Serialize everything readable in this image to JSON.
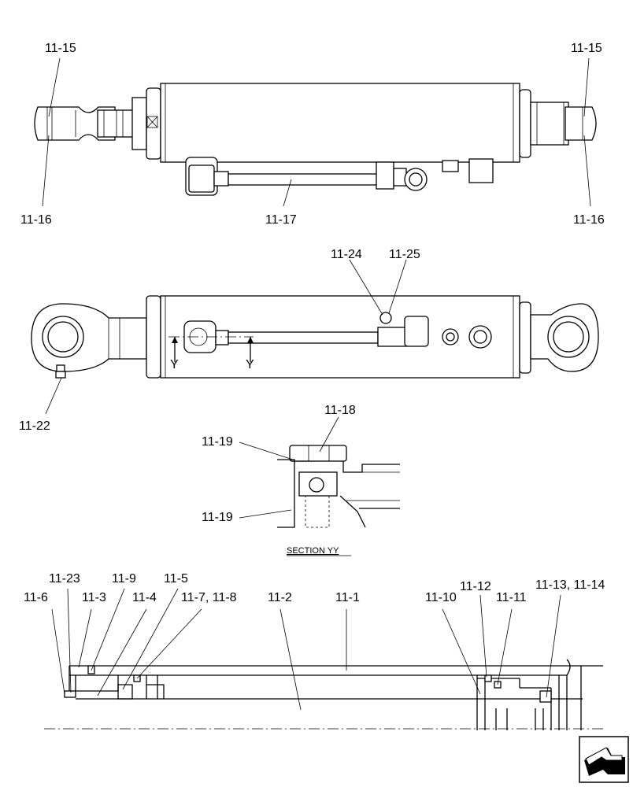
{
  "callouts": {
    "top": {
      "c_11_15_left": "11-15",
      "c_11_15_right": "11-15",
      "c_11_16_left": "11-16",
      "c_11_16_right": "11-16",
      "c_11_17": "11-17"
    },
    "middle": {
      "c_11_24": "11-24",
      "c_11_25": "11-25",
      "c_11_22": "11-22",
      "y_left": "Y",
      "y_right": "Y"
    },
    "section": {
      "c_11_18": "11-18",
      "c_11_19_top": "11-19",
      "c_11_19_bottom": "11-19",
      "title": "SECTION  YY"
    },
    "bottom": {
      "c_11_23": "11-23",
      "c_11_6": "11-6",
      "c_11_3": "11-3",
      "c_11_9": "11-9",
      "c_11_4": "11-4",
      "c_11_5": "11-5",
      "c_11_7_8": "11-7, 11-8",
      "c_11_2": "11-2",
      "c_11_1": "11-1",
      "c_11_10": "11-10",
      "c_11_12": "11-12",
      "c_11_11": "11-11",
      "c_11_13_14": "11-13, 11-14"
    }
  },
  "nav": {
    "icon": "next-page-arrow-icon"
  }
}
